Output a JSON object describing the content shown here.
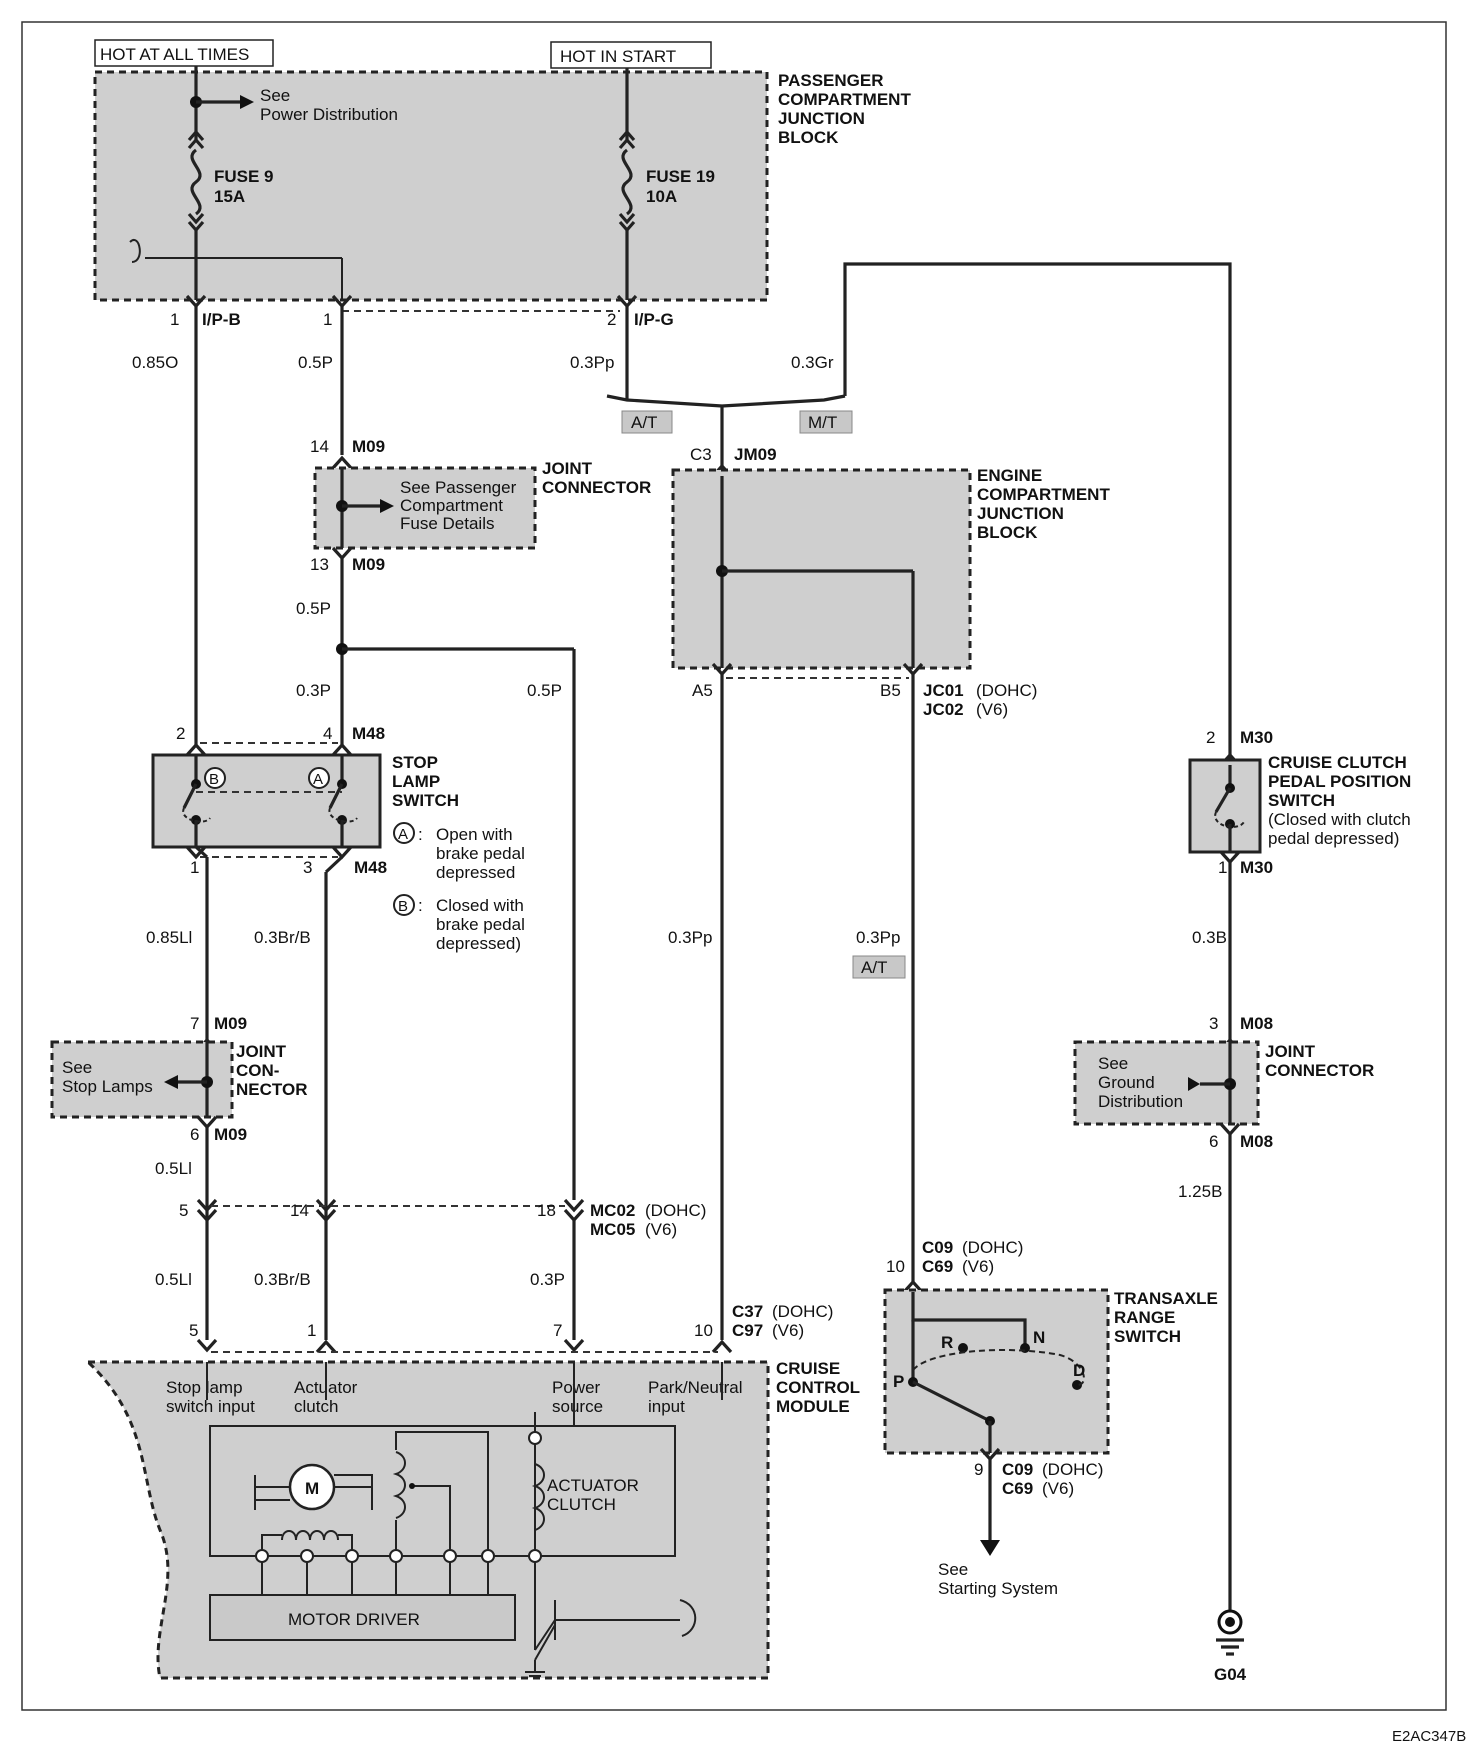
{
  "power": {
    "hot_all_times": "HOT AT ALL TIMES",
    "hot_in_start": "HOT IN START",
    "see_power": "See",
    "see_power_2": "Power Distribution",
    "fuse9": "FUSE 9",
    "fuse9_amp": "15A",
    "fuse19": "FUSE 19",
    "fuse19_amp": "10A",
    "pcjb": [
      "PASSENGER",
      "COMPARTMENT",
      "JUNCTION",
      "BLOCK"
    ]
  },
  "connectors": {
    "ipb_pin": "1",
    "ipb": "I/P-B",
    "ipb_pin2": "1",
    "ipg_pin": "2",
    "ipg": "I/P-G",
    "m09_14": "14",
    "m09_13": "13",
    "m09": "M09",
    "jm09_pin": "C3",
    "jm09": "JM09",
    "m48_2": "2",
    "m48_4": "4",
    "m48_1": "1",
    "m48_3": "3",
    "m48": "M48",
    "a5": "A5",
    "b5": "B5",
    "jc01": "JC01",
    "jc01_s": "(DOHC)",
    "jc02": "JC02",
    "jc02_s": "(V6)",
    "m30_2": "2",
    "m30_1": "1",
    "m30": "M30",
    "m09_7": "7",
    "m09_6": "6",
    "m08_3": "3",
    "m08_6": "6",
    "m08": "M08",
    "mc_5": "5",
    "mc_14": "14",
    "mc_18": "18",
    "mc02": "MC02",
    "mc02_s": "(DOHC)",
    "mc05": "MC05",
    "mc05_s": "(V6)",
    "ccm_5": "5",
    "ccm_1": "1",
    "ccm_7": "7",
    "ccm_10": "10",
    "c37": "C37",
    "c37_s": "(DOHC)",
    "c97": "C97",
    "c97_s": "(V6)",
    "c09_10": "10",
    "c09_9": "9",
    "c09": "C09",
    "c09_s": "(DOHC)",
    "c69": "C69",
    "c69_s": "(V6)"
  },
  "wires": {
    "w1": "0.85O",
    "w2": "0.5P",
    "w3": "0.3Pp",
    "w4": "0.3Gr",
    "w5": "0.5P",
    "w6": "0.3P",
    "w7": "0.5P",
    "w8": "0.85Ll",
    "w9": "0.3Br/B",
    "w10": "0.3Pp",
    "w11": "0.3Pp",
    "w12": "0.3B",
    "w13": "0.5Ll",
    "w14": "1.25B",
    "w15": "0.5Ll",
    "w16": "0.3Br/B",
    "w17": "0.3P"
  },
  "tags": {
    "at": "A/T",
    "mt": "M/T",
    "at2": "A/T"
  },
  "components": {
    "joint1": [
      "JOINT",
      "CONNECTOR"
    ],
    "joint1_see": [
      "See Passenger",
      "Compartment",
      "Fuse Details"
    ],
    "ecjb": [
      "ENGINE",
      "COMPARTMENT",
      "JUNCTION",
      "BLOCK"
    ],
    "stop_lamp": [
      "STOP",
      "LAMP",
      "SWITCH"
    ],
    "switch_a": "A",
    "switch_b": "B",
    "note_a": [
      "Open with",
      "brake pedal",
      "depressed"
    ],
    "note_a_sep": ": ",
    "note_b": [
      "Closed with",
      "brake pedal",
      "depressed)"
    ],
    "cruise_clutch": [
      "CRUISE CLUTCH",
      "PEDAL POSITION",
      "SWITCH"
    ],
    "cruise_clutch_note": [
      "(Closed with clutch",
      "pedal depressed)"
    ],
    "joint2": [
      "JOINT",
      "CON-",
      "NECTOR"
    ],
    "joint2_see": [
      "See",
      "Stop Lamps"
    ],
    "joint3": [
      "JOINT",
      "CONNECTOR"
    ],
    "joint3_see": [
      "See",
      "Ground",
      "Distribution"
    ],
    "ccm": [
      "CRUISE",
      "CONTROL",
      "MODULE"
    ],
    "ccm_inputs": [
      [
        "Stop lamp",
        "switch input"
      ],
      [
        "Actuator",
        "clutch"
      ],
      [
        "Power",
        "source"
      ],
      [
        "Park/Neutral",
        "input"
      ]
    ],
    "motor": "M",
    "actuator_clutch": [
      "ACTUATOR",
      "CLUTCH"
    ],
    "motor_driver": "MOTOR DRIVER",
    "trs": [
      "TRANSAXLE",
      "RANGE",
      "SWITCH"
    ],
    "trs_r": "R",
    "trs_n": "N",
    "trs_p": "P",
    "trs_d": "D",
    "see_start": [
      "See",
      "Starting System"
    ],
    "ground": "G04"
  },
  "figure_id": "E2AC347B"
}
